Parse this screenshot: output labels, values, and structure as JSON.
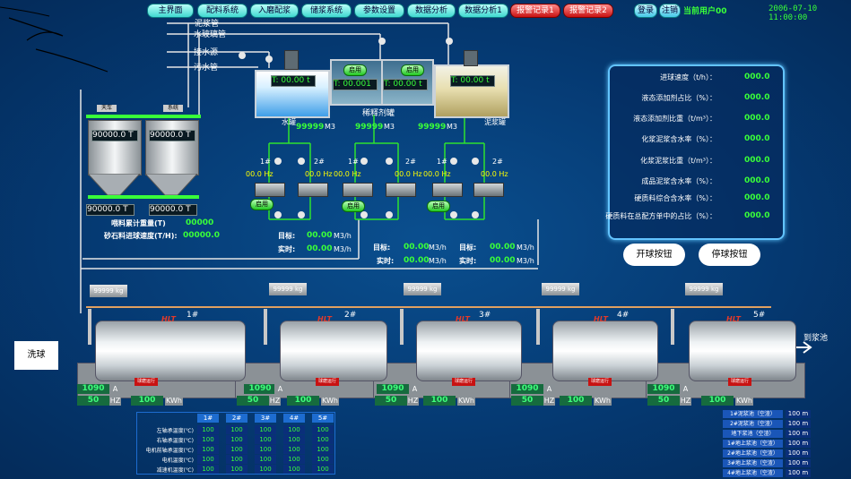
{
  "nav": {
    "items": [
      "主界面",
      "配料系统",
      "入磨配浆",
      "储浆系统",
      "参数设置",
      "数据分析",
      "数据分析1"
    ],
    "alarms": [
      "报警记录1",
      "报警记录2"
    ],
    "login": "登录",
    "logout": "注销",
    "user_label": "当前用户",
    "user": "00",
    "datetime": "2006-07-10 11:00:00"
  },
  "pipes": {
    "slurry": "泥浆管",
    "water_glass": "水玻璃管",
    "well": "接水源",
    "sewage": "污水管"
  },
  "tanks": {
    "water": {
      "name": "水罐",
      "t_label": "T:",
      "t_value": "00.00",
      "t_unit": "t",
      "volume": "99999",
      "volume_unit": "M3"
    },
    "dilute": {
      "name": "稀释剂罐",
      "t_label": "T:",
      "left_value": "00.001",
      "right_value": "00.00",
      "t_unit": "t",
      "volume": "99999",
      "volume_unit": "M3",
      "on1": "启用",
      "on2": "启用"
    },
    "mud": {
      "name": "泥浆罐",
      "t_label": "T:",
      "t_value": "00.00",
      "t_unit": "t",
      "volume": "99999",
      "volume_unit": "M3"
    }
  },
  "silos": {
    "left_title": "天车",
    "right_title": "系统",
    "left_value": "90000.0",
    "right_value": "90000.0",
    "unit": "T",
    "bottom_left": "90000.0",
    "bottom_right": "90000.0",
    "bottom_unit": "T",
    "cum_label": "喂料累计重量(T)",
    "cum_value": "00000",
    "speed_label": "砂石料进球速度(T/H):",
    "speed_value": "00000.0"
  },
  "pumps": {
    "labels": [
      "1#",
      "2#",
      "1#",
      "2#",
      "1#",
      "2#"
    ],
    "hz": [
      "00.0",
      "00.0",
      "00.0",
      "00.0",
      "00.0",
      "00.0"
    ],
    "hz_unit": "Hz",
    "on": "启用",
    "target_label": "目标:",
    "actual_label": "实时:",
    "flow_unit": "M3/h",
    "groups": [
      {
        "target": "00.00",
        "actual": "00.00"
      },
      {
        "target": "00.00",
        "actual": "00.00"
      },
      {
        "target": "00.00",
        "actual": "00.00"
      }
    ]
  },
  "params": [
    {
      "label": "进球速度（t/h）：",
      "value": "000.0"
    },
    {
      "label": "液态添加剂占比（%）：",
      "value": "000.0"
    },
    {
      "label": "液态添加剂比重（t/m³）：",
      "value": "000.0"
    },
    {
      "label": "化浆泥浆含水率（%）：",
      "value": "000.0"
    },
    {
      "label": "化浆泥浆比重（t/m³）：",
      "value": "000.0"
    },
    {
      "label": "成品泥浆含水率（%）：",
      "value": "000.0"
    },
    {
      "label": "硬质料综合含水率（%）：",
      "value": "000.0"
    },
    {
      "label": "硬质料在总配方单中的占比（%）：",
      "value": "000.0"
    }
  ],
  "buttons": {
    "start": "开球按钮",
    "stop": "停球按钮",
    "wash": "洗球"
  },
  "mills": {
    "numbers": [
      "1#",
      "2#",
      "3#",
      "4#",
      "5#"
    ],
    "hopper_values": [
      "99999",
      "99999",
      "99999",
      "99999",
      "99999"
    ],
    "hopper_unit": "kg",
    "brand": "HLT",
    "current": [
      "1090",
      "1090",
      "1090",
      "1090",
      "1090"
    ],
    "current_unit": "A",
    "freq": [
      "50",
      "50",
      "50",
      "50",
      "50"
    ],
    "freq_unit": "HZ",
    "energy": [
      "100",
      "100",
      "100",
      "100",
      "100"
    ],
    "energy_unit": "KWh",
    "status": "球磨运行",
    "to_pool": "到浆池"
  },
  "temp_table": {
    "headers": [
      "1#",
      "2#",
      "3#",
      "4#",
      "5#"
    ],
    "rows": [
      {
        "label": "左轴承温度(℃)",
        "values": [
          "100",
          "100",
          "100",
          "100",
          "100"
        ]
      },
      {
        "label": "右轴承温度(℃)",
        "values": [
          "100",
          "100",
          "100",
          "100",
          "100"
        ]
      },
      {
        "label": "电机前轴承温度(℃)",
        "values": [
          "100",
          "100",
          "100",
          "100",
          "100"
        ]
      },
      {
        "label": "电机温度(℃)",
        "values": [
          "100",
          "100",
          "100",
          "100",
          "100"
        ]
      },
      {
        "label": "减速机温度(℃)",
        "values": [
          "100",
          "100",
          "100",
          "100",
          "100"
        ]
      }
    ]
  },
  "pools": [
    {
      "label": "1#泥浆池（空渣）",
      "value": "100 m"
    },
    {
      "label": "2#泥浆池（空渣）",
      "value": "100 m"
    },
    {
      "label": "地下浆池（空渣）",
      "value": "100 m"
    },
    {
      "label": "1#地上浆池（空渣）",
      "value": "100 m"
    },
    {
      "label": "2#地上浆池（空渣）",
      "value": "100 m"
    },
    {
      "label": "3#地上浆池（空渣）",
      "value": "100 m"
    },
    {
      "label": "4#地上浆池（空渣）",
      "value": "100 m"
    }
  ]
}
